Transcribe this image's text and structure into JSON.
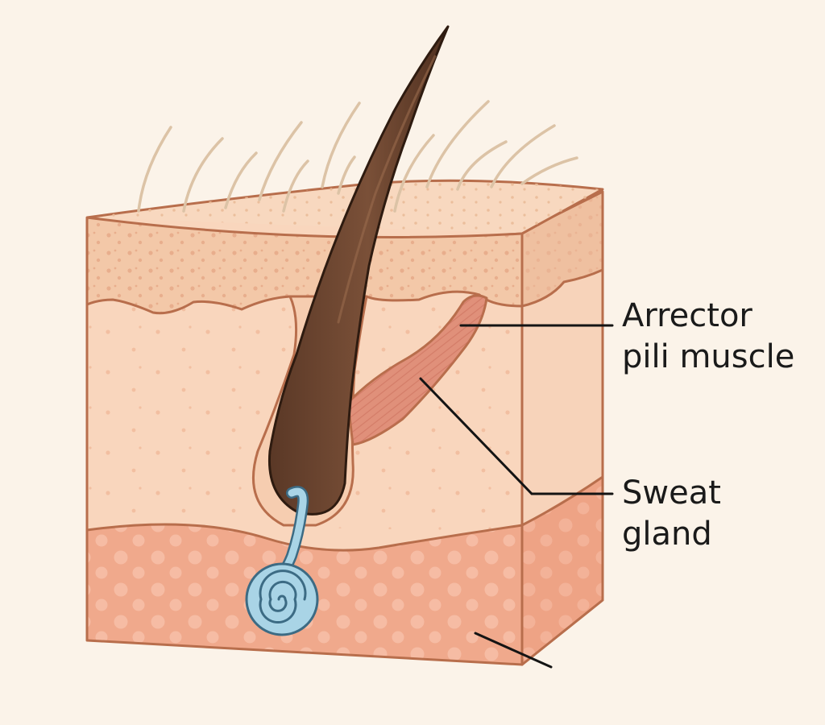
{
  "labels": {
    "arrector_line1": "Arrector",
    "arrector_line2": "pili muscle",
    "sweat_line1": "Sweat",
    "sweat_line2": "gland"
  },
  "colors": {
    "background": "#fbf3e9",
    "epidermis": "#f3c8a8",
    "dermis": "#f9d6bd",
    "hypodermis": "#f0a98c",
    "hair_shaft": "#6b4530",
    "muscle": "#e0907a",
    "sweat_gland": "#a9d4e6",
    "outline": "#b86e4c"
  },
  "icons": {
    "hair": "hair-shaft-icon",
    "gland": "sweat-gland-coil-icon"
  }
}
